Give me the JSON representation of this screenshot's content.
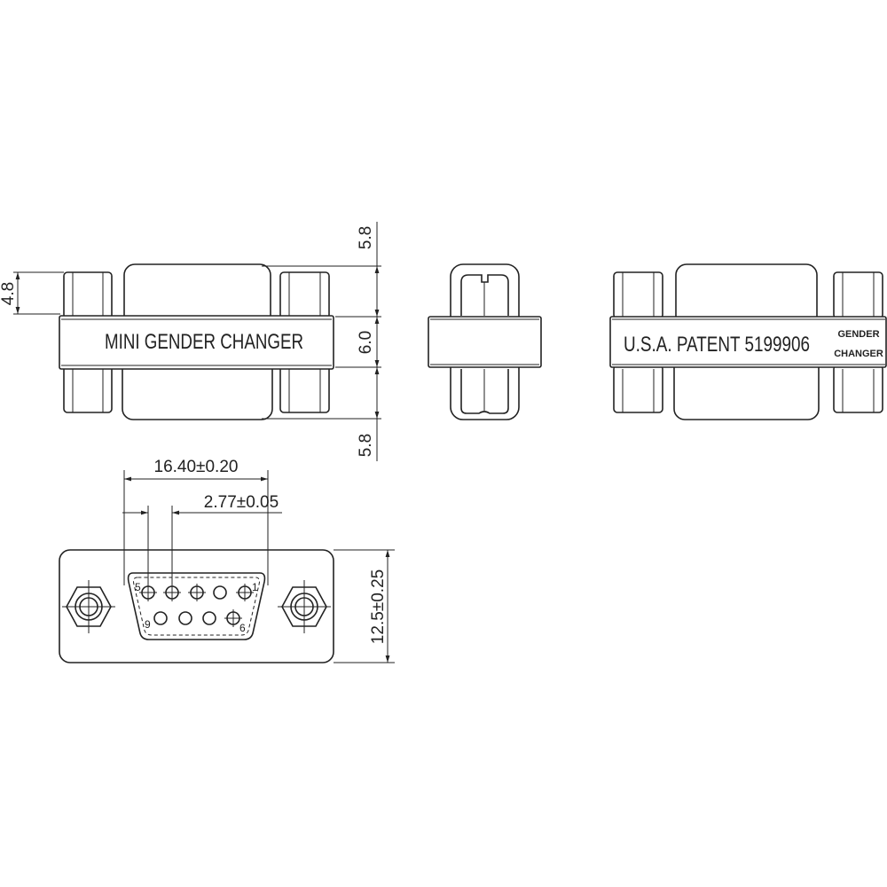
{
  "front_view": {
    "label_text": "MINI GENDER CHANGER"
  },
  "back_view": {
    "patent_text": "U.S.A. PATENT 5199906",
    "small_label_line1": "GENDER",
    "small_label_line2": "CHANGER"
  },
  "dimensions": {
    "nut_height": "4.8",
    "top_height": "5.8",
    "band_height": "6.0",
    "bottom_height": "5.8",
    "shell_width": "16.40±0.20",
    "pin_pitch": "2.77±0.05",
    "plate_height": "12.5±0.25"
  },
  "pin_labels": {
    "pin5": "5",
    "pin1": "1",
    "pin9": "9",
    "pin6": "6"
  }
}
